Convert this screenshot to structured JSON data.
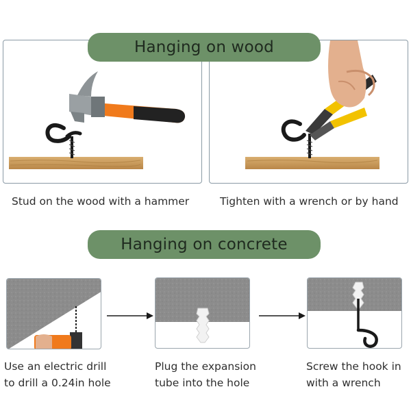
{
  "wood_section": {
    "title": "Hanging on wood",
    "step1_caption": "Stud on the wood with a hammer",
    "step2_caption": "Tighten with a wrench or by hand"
  },
  "concrete_section": {
    "title": "Hanging on concrete",
    "step1_caption_line1": "Use an electric drill",
    "step1_caption_line2": "to drill a 0.24in hole",
    "step2_caption_line1": "Plug the expansion",
    "step2_caption_line2": "tube into the hole",
    "step3_caption_line1": "Screw the hook in",
    "step3_caption_line2": "with a wrench"
  },
  "colors": {
    "pill_green": "#6d9168",
    "wood": "#c99a5b",
    "hammer_orange": "#f07a1c",
    "concrete_gray": "#8c8c8c",
    "hook_black": "#1a1a1a"
  },
  "icons": [
    "hammer-icon",
    "pliers-icon",
    "hand-icon",
    "hook-icon",
    "drill-icon",
    "anchor-plug-icon",
    "arrow-right-icon"
  ]
}
